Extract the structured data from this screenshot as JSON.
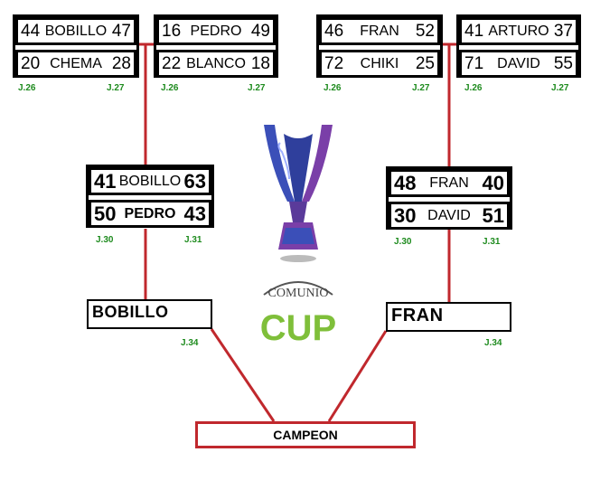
{
  "round1": [
    {
      "team_a": {
        "score_left": "44",
        "name": "BOBILLO",
        "score_right": "47"
      },
      "team_b": {
        "score_left": "20",
        "name": "CHEMA",
        "score_right": "28"
      },
      "jornada_left": "J.26",
      "jornada_right": "J.27"
    },
    {
      "team_a": {
        "score_left": "16",
        "name": "PEDRO",
        "score_right": "49"
      },
      "team_b": {
        "score_left": "22",
        "name": "BLANCO",
        "score_right": "18"
      },
      "jornada_left": "J.26",
      "jornada_right": "J.27"
    },
    {
      "team_a": {
        "score_left": "46",
        "name": "FRAN",
        "score_right": "52"
      },
      "team_b": {
        "score_left": "72",
        "name": "CHIKI",
        "score_right": "25"
      },
      "jornada_left": "J.26",
      "jornada_right": "J.27"
    },
    {
      "team_a": {
        "score_left": "41",
        "name": "ARTURO",
        "score_right": "37"
      },
      "team_b": {
        "score_left": "71",
        "name": "DAVID",
        "score_right": "55"
      },
      "jornada_left": "J.26",
      "jornada_right": "J.27"
    }
  ],
  "semis": [
    {
      "team_a": {
        "score_left": "41",
        "name": "BOBILLO",
        "score_right": "63"
      },
      "team_b": {
        "score_left": "50",
        "name": "PEDRO",
        "score_right": "43"
      },
      "jornada_left": "J.30",
      "jornada_right": "J.31"
    },
    {
      "team_a": {
        "score_left": "48",
        "name": "FRAN",
        "score_right": "40"
      },
      "team_b": {
        "score_left": "30",
        "name": "DAVID",
        "score_right": "51"
      },
      "jornada_left": "J.30",
      "jornada_right": "J.31"
    }
  ],
  "finalists": [
    {
      "name": "BOBILLO",
      "jornada": "J.34"
    },
    {
      "name": "FRAN",
      "jornada": "J.34"
    }
  ],
  "champion_label": "CAMPEON",
  "logo": {
    "text_top": "COMUNIO",
    "text_bottom": "CUP"
  },
  "colors": {
    "line": "#c0282d",
    "jornada": "#1e8b1e",
    "trophy_blue": "#3b4fb8",
    "trophy_purple": "#7a3fa8",
    "cup_green": "#7fbf3a"
  }
}
